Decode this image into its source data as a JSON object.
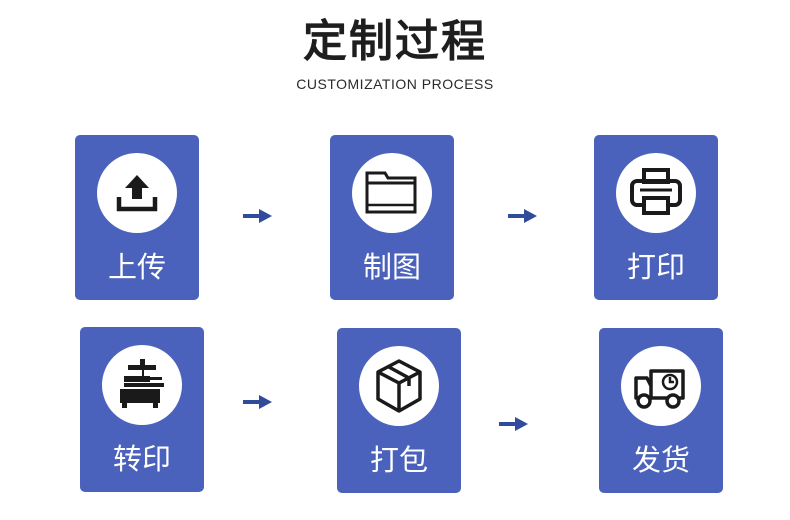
{
  "header": {
    "title": "定制过程",
    "subtitle": "CUSTOMIZATION PROCESS"
  },
  "steps": [
    {
      "label": "上传",
      "icon": "upload-icon"
    },
    {
      "label": "制图",
      "icon": "folder-icon"
    },
    {
      "label": "打印",
      "icon": "printer-icon"
    },
    {
      "label": "转印",
      "icon": "heat-press-icon"
    },
    {
      "label": "打包",
      "icon": "package-box-icon"
    },
    {
      "label": "发货",
      "icon": "delivery-truck-icon"
    }
  ],
  "colors": {
    "card": "#4a62bb",
    "arrow": "#2f4b9a",
    "title": "#1e1e1e"
  }
}
